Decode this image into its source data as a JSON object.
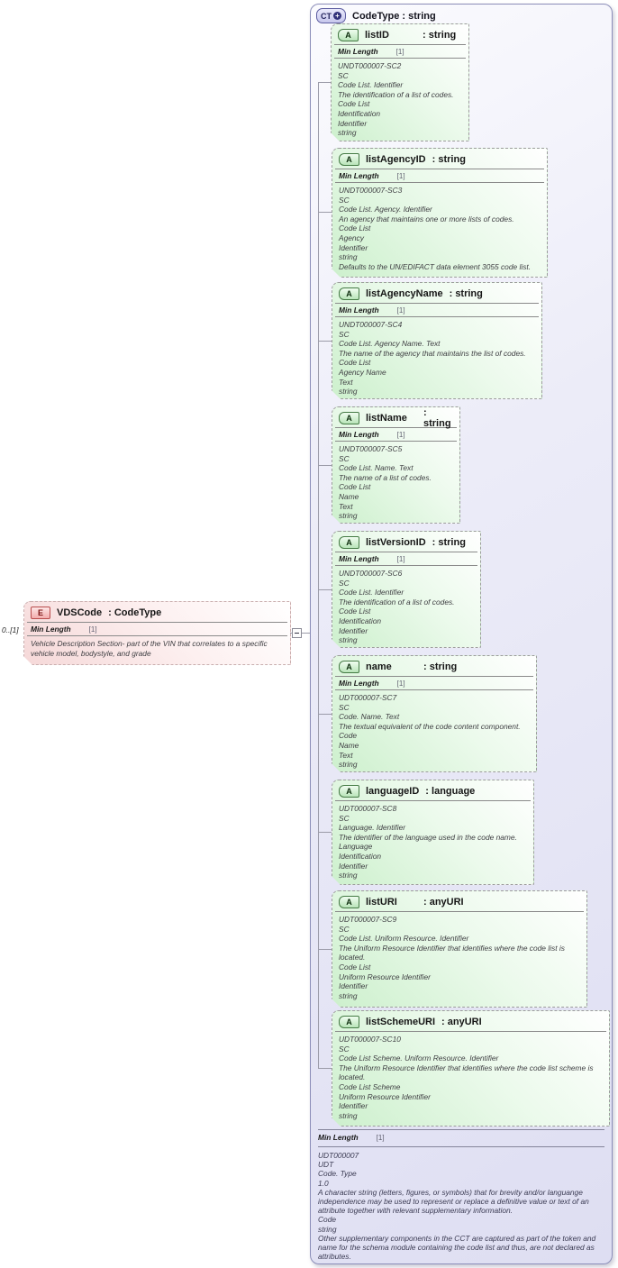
{
  "complex_type": {
    "badge": "CT",
    "expand_icon": "+",
    "title": "CodeType : string",
    "facet": {
      "name": "Min Length",
      "value": "[1]"
    },
    "description_lines": [
      "UDT000007",
      "UDT",
      "Code. Type",
      "1.0",
      "A character string (letters, figures, or symbols) that for brevity and/or languange independence may be used to represent or replace a definitive value or text of an attribute together with relevant supplementary information.",
      "Code",
      "string",
      "Other supplementary components in the CCT are captured as part of the token and name for the schema module containing the code list and thus, are not declared as attributes."
    ]
  },
  "element": {
    "badge": "E",
    "cardinality": "0..[1]",
    "name": "VDSCode",
    "type_label": ": CodeType",
    "facet": {
      "name": "Min Length",
      "value": "[1]"
    },
    "description": "Vehicle Description Section- part of the VIN that correlates to a specific vehicle model, bodystyle, and grade"
  },
  "attributes": [
    {
      "badge": "A",
      "name": "listID",
      "type_label": ": string",
      "facet": {
        "name": "Min Length",
        "value": "[1]"
      },
      "lines": [
        "UNDT000007-SC2",
        "SC",
        "Code List. Identifier",
        "The identification of a list of codes.",
        "Code List",
        "Identification",
        "Identifier",
        "string"
      ]
    },
    {
      "badge": "A",
      "name": "listAgencyID",
      "type_label": ": string",
      "facet": {
        "name": "Min Length",
        "value": "[1]"
      },
      "lines": [
        "UNDT000007-SC3",
        "SC",
        "Code List. Agency. Identifier",
        "An agency that maintains one or more lists of codes.",
        "Code List",
        "Agency",
        "Identifier",
        "string",
        "Defaults to the UN/EDIFACT data element 3055 code list."
      ]
    },
    {
      "badge": "A",
      "name": "listAgencyName",
      "type_label": ": string",
      "facet": {
        "name": "Min Length",
        "value": "[1]"
      },
      "lines": [
        "UNDT000007-SC4",
        "SC",
        "Code List. Agency Name. Text",
        "The name of the agency that maintains the list of codes.",
        "Code List",
        "Agency Name",
        "Text",
        "string"
      ]
    },
    {
      "badge": "A",
      "name": "listName",
      "type_label": ": string",
      "facet": {
        "name": "Min Length",
        "value": "[1]"
      },
      "lines": [
        "UNDT000007-SC5",
        "SC",
        "Code List. Name. Text",
        "The name of a list of codes.",
        "Code List",
        "Name",
        "Text",
        "string"
      ]
    },
    {
      "badge": "A",
      "name": "listVersionID",
      "type_label": ": string",
      "facet": {
        "name": "Min Length",
        "value": "[1]"
      },
      "lines": [
        "UNDT000007-SC6",
        "SC",
        "Code List. Identifier",
        "The identification of a list of codes.",
        "Code List",
        "Identification",
        "Identifier",
        "string"
      ]
    },
    {
      "badge": "A",
      "name": "name",
      "type_label": ": string",
      "facet": {
        "name": "Min Length",
        "value": "[1]"
      },
      "lines": [
        "UDT000007-SC7",
        "SC",
        "Code. Name. Text",
        "The textual equivalent of the code content component.",
        "Code",
        "Name",
        "Text",
        "string"
      ]
    },
    {
      "badge": "A",
      "name": "languageID",
      "type_label": ": language",
      "facet": null,
      "lines": [
        "UDT000007-SC8",
        "SC",
        "Language. Identifier",
        "The identifier of the language used in the code name.",
        "Language",
        "Identification",
        "Identifier",
        "string"
      ]
    },
    {
      "badge": "A",
      "name": "listURI",
      "type_label": ": anyURI",
      "facet": null,
      "lines": [
        "UDT000007-SC9",
        "SC",
        "Code List. Uniform Resource. Identifier",
        "The Uniform Resource Identifier that identifies where the code list is located.",
        "Code List",
        "Uniform Resource Identifier",
        "Identifier",
        "string"
      ]
    },
    {
      "badge": "A",
      "name": "listSchemeURI",
      "type_label": ": anyURI",
      "facet": null,
      "lines": [
        "UDT000007-SC10",
        "SC",
        "Code List Scheme. Uniform Resource. Identifier",
        "The Uniform Resource Identifier that identifies where the code list scheme is located.",
        "Code List Scheme",
        "Uniform Resource Identifier",
        "Identifier",
        "string"
      ]
    }
  ],
  "colors": {
    "attribute_fill": "#cdf0cd",
    "attribute_accent": "#447a44",
    "element_fill": "#f5d8d8",
    "element_accent": "#b94c4c",
    "container_fill": "#dedef2",
    "container_accent": "#5d5da0",
    "connector": "#9b9ba8"
  }
}
